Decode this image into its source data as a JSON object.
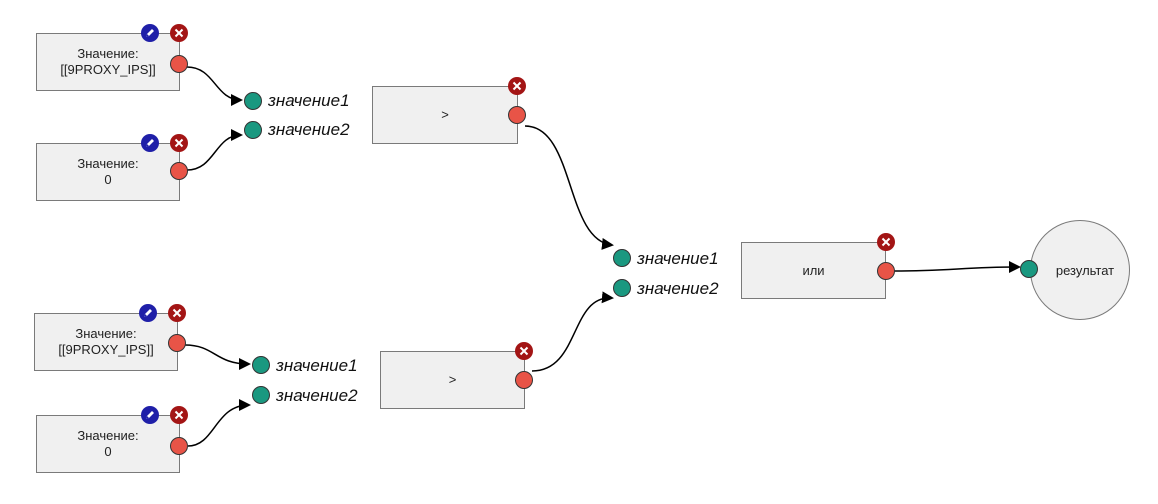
{
  "value_nodes": [
    {
      "label": "Значение:",
      "value": "[[9PROXY_IPS]]"
    },
    {
      "label": "Значение:",
      "value": "0"
    },
    {
      "label": "Значение:",
      "value": "[[9PROXY_IPS]]"
    },
    {
      "label": "Значение:",
      "value": "0"
    }
  ],
  "compare_nodes": [
    {
      "op": ">",
      "in1": "значение1",
      "in2": "значение2"
    },
    {
      "op": ">",
      "in1": "значение1",
      "in2": "значение2"
    }
  ],
  "or_node": {
    "op": "или",
    "in1": "значение1",
    "in2": "значение2"
  },
  "result_node": {
    "label": "результат"
  },
  "icons": {
    "edit": "pencil-icon",
    "close": "close-icon"
  },
  "colors": {
    "output_port": "#e85447",
    "input_port": "#1a9880",
    "close_button": "#a31515",
    "edit_button": "#1f1fa8",
    "node_fill": "#f0f0f0"
  }
}
